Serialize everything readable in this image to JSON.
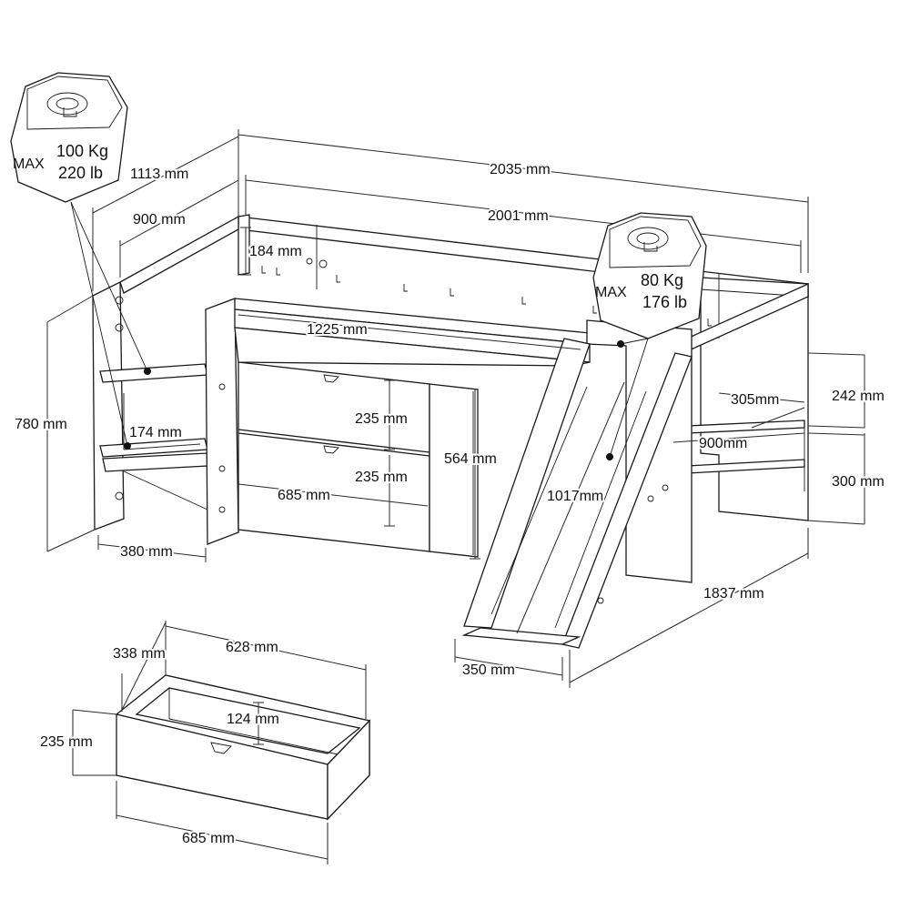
{
  "dimensions": {
    "total_length": "2035 mm",
    "inner_length": "2001 mm",
    "total_depth": "1113 mm",
    "inner_width_left": "900 mm",
    "back_panel_height": "184 mm",
    "desk_top_width": "1225 mm",
    "drawer_height_top": "235 mm",
    "drawer_height_bottom": "235 mm",
    "cabinet_height": "564 mm",
    "drawer_width_front": "685 mm",
    "overall_height": "780 mm",
    "shelf_spacing": "174 mm",
    "left_leg_depth": "380 mm",
    "slide_length": "1017mm",
    "right_shelf_depth": "305mm",
    "right_shelf_width": "900mm",
    "right_upper_height": "242 mm",
    "right_lower_height": "300 mm",
    "slide_footprint": "1837 mm",
    "slide_width": "350 mm"
  },
  "drawer_detail": {
    "depth": "338 mm",
    "length": "628 mm",
    "inner_height": "124 mm",
    "height": "235 mm",
    "front_width": "685 mm"
  },
  "weight_limits": [
    {
      "max_label": "MAX",
      "kg": "100 Kg",
      "lb": "220 lb",
      "icon": "weight-icon"
    },
    {
      "max_label": "MAX",
      "kg": "80 Kg",
      "lb": "176 lb",
      "icon": "weight-icon"
    }
  ]
}
